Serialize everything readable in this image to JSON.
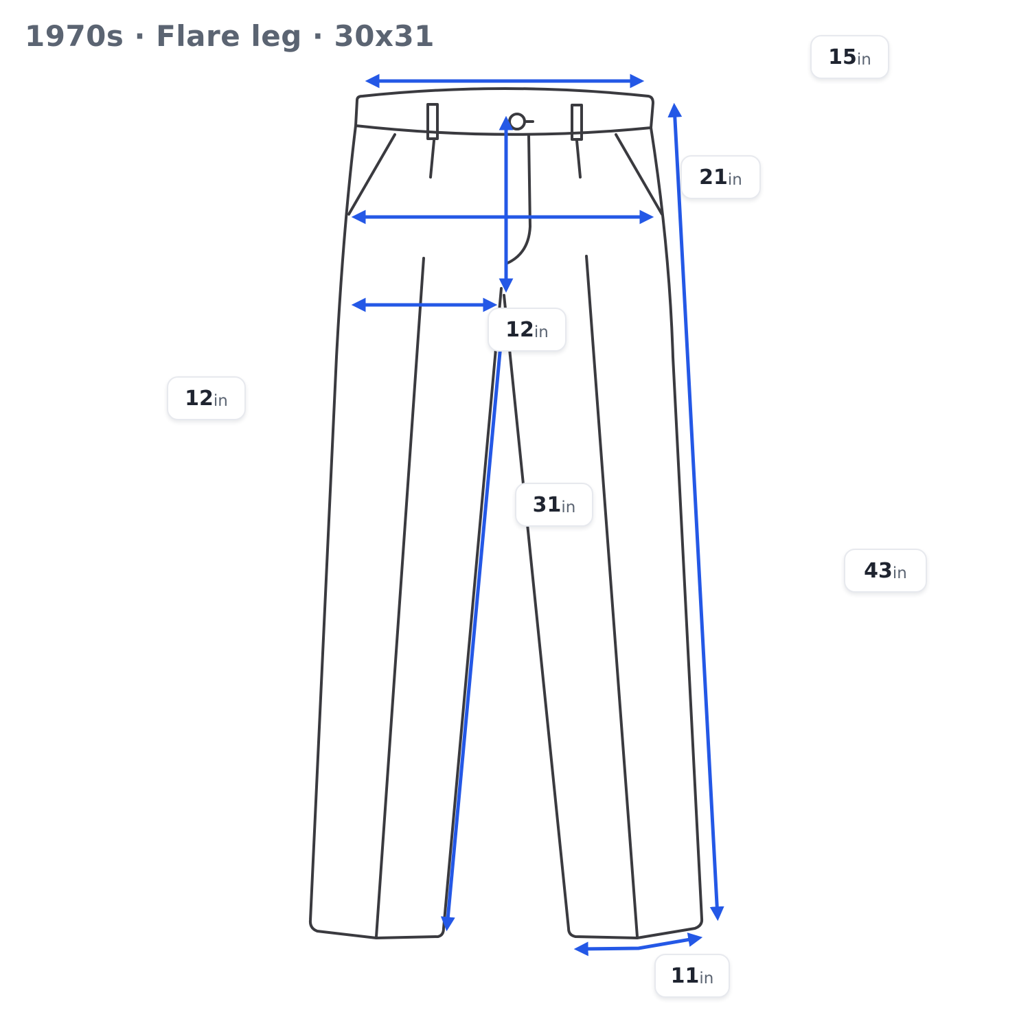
{
  "title": "1970s · Flare leg · 30x31",
  "colors": {
    "outline": "#3a3a3f",
    "arrow": "#2458e6",
    "title": "#5b6472",
    "tag_number": "#1f2430",
    "tag_unit": "#5b6472"
  },
  "measurements": {
    "waist": {
      "value": "15",
      "unit": "in"
    },
    "front_rise": {
      "value": "21",
      "unit": "in"
    },
    "hip": {
      "value": "12",
      "unit": "in"
    },
    "thigh": {
      "value": "12",
      "unit": "in"
    },
    "inseam": {
      "value": "31",
      "unit": "in"
    },
    "outseam": {
      "value": "43",
      "unit": "in"
    },
    "leg_opening": {
      "value": "11",
      "unit": "in"
    }
  },
  "icons": [
    "trousers-outline-icon"
  ]
}
